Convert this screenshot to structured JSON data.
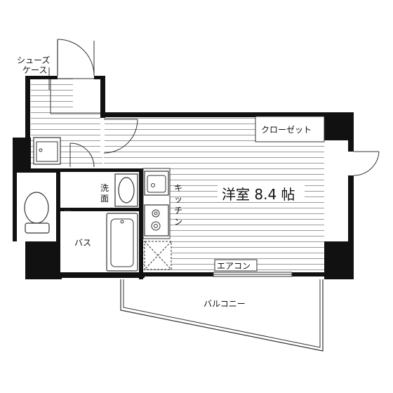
{
  "rooms": {
    "main_room": "洋室 8.4 帖",
    "closet": "クローゼット",
    "shoe_case_line1": "シューズ",
    "shoe_case_line2": "ケース",
    "kitchen": [
      "キ",
      "ッ",
      "チ",
      "ン"
    ],
    "washroom": [
      "洗",
      "面"
    ],
    "bath": "バス",
    "aircon": "エアコン",
    "balcony": "バルコニー"
  },
  "colors": {
    "wall": "#111111",
    "floor_lines": "#9a9a9a",
    "fixture_stroke": "#333333"
  }
}
